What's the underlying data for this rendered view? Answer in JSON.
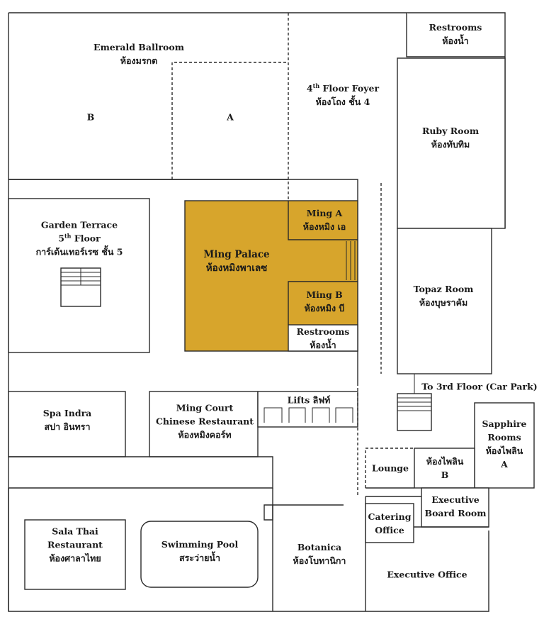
{
  "colors": {
    "highlight": "#d7a52c",
    "wall": "#2a2a2a",
    "background": "#ffffff"
  },
  "rooms": {
    "emerald": {
      "en": "Emerald Ballroom",
      "th": "ห้องมรกต",
      "section_b": "B",
      "section_a": "A"
    },
    "foyer": {
      "en_pre": "4",
      "en_sup": "th",
      "en_post": " Floor Foyer",
      "th": "ห้องโถง ชั้น 4"
    },
    "restrooms_top": {
      "en": "Restrooms",
      "th": "ห้องน้ำ"
    },
    "ruby": {
      "en": "Ruby Room",
      "th": "ห้องทับทิม"
    },
    "garden": {
      "en": "Garden Terrace",
      "floor_pre": "5",
      "floor_sup": "th",
      "floor_post": " Floor",
      "th": "การ์เด้นเทอร์เรซ ชั้น 5"
    },
    "ming_palace": {
      "en": "Ming Palace",
      "th": "ห้องหมิงพาเลซ"
    },
    "ming_a": {
      "en": "Ming A",
      "th": "ห้องหมิง เอ"
    },
    "ming_b": {
      "en": "Ming B",
      "th": "ห้องหมิง บี"
    },
    "restrooms_mid": {
      "en": "Restrooms",
      "th": "ห้องน้ำ"
    },
    "topaz": {
      "en": "Topaz Room",
      "th": "ห้องบุษราคัม"
    },
    "to_3rd": {
      "en": "To 3rd Floor (Car Park)"
    },
    "spa": {
      "en": "Spa Indra",
      "th": "สปา อินทรา"
    },
    "ming_court": {
      "en1": "Ming Court",
      "en2": "Chinese Restaurant",
      "th": "ห้องหมิงคอร์ท"
    },
    "lifts": {
      "en": "Lifts ลิฟท์"
    },
    "sapphire": {
      "en1": "Sapphire",
      "en2": "Rooms",
      "th1": "ห้องไพลิน",
      "th2": "A"
    },
    "lounge": {
      "en": "Lounge"
    },
    "sapphire_b": {
      "th": "ห้องไพลิน",
      "en": "B"
    },
    "exec_board": {
      "en1": "Executive",
      "en2": "Board Room"
    },
    "catering": {
      "en1": "Catering",
      "en2": "Office"
    },
    "sala": {
      "en1": "Sala Thai",
      "en2": "Restaurant",
      "th": "ห้องศาลาไทย"
    },
    "pool": {
      "en": "Swimming Pool",
      "th": "สระว่ายน้ำ"
    },
    "botanica": {
      "en": "Botanica",
      "th": "ห้องโบทานิกา"
    },
    "exec_office": {
      "en": "Executive Office"
    }
  }
}
